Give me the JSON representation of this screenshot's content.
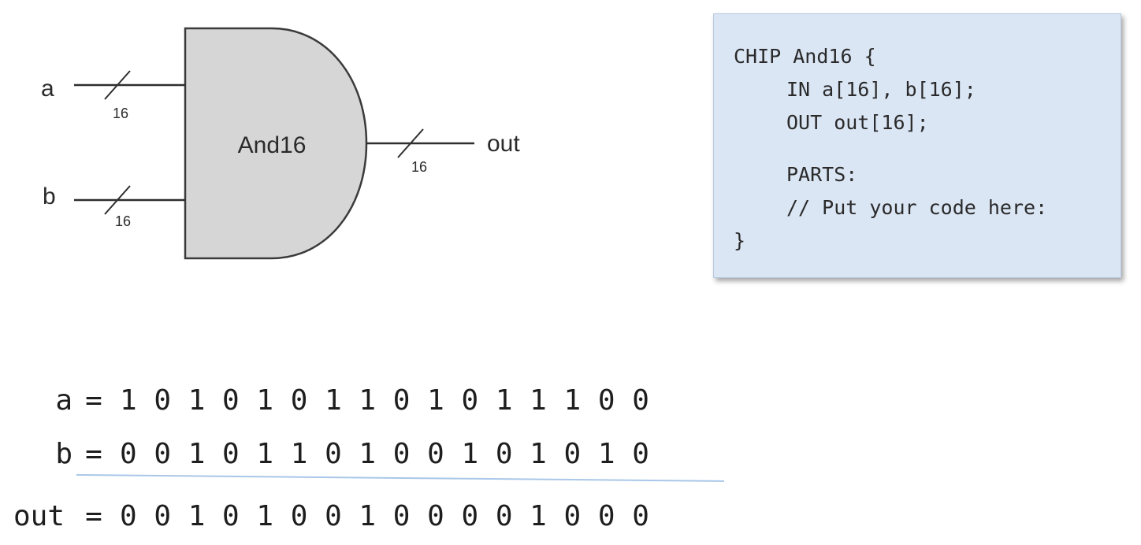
{
  "diagram": {
    "chip_name": "And16",
    "input_a_label": "a",
    "input_b_label": "b",
    "output_label": "out",
    "bus_width_a": "16",
    "bus_width_b": "16",
    "bus_width_out": "16"
  },
  "hdl": {
    "line1": "CHIP And16 {",
    "line2": "IN a[16], b[16];",
    "line3": "OUT out[16];",
    "line4": "PARTS:",
    "line5": "// Put your code here:",
    "line6": "}"
  },
  "example": {
    "a_label": "a",
    "a_bits": "1 0 1 0 1 0 1 1 0 1 0 1 1 1 0 0",
    "b_label": "b",
    "b_bits": "0 0 1 0 1 1 0 1 0 0 1 0 1 0 1 0",
    "out_label": "out",
    "out_bits": "0 0 1 0 1 0 0 1 0 0 0 0 1 0 0 0",
    "equals": "="
  }
}
